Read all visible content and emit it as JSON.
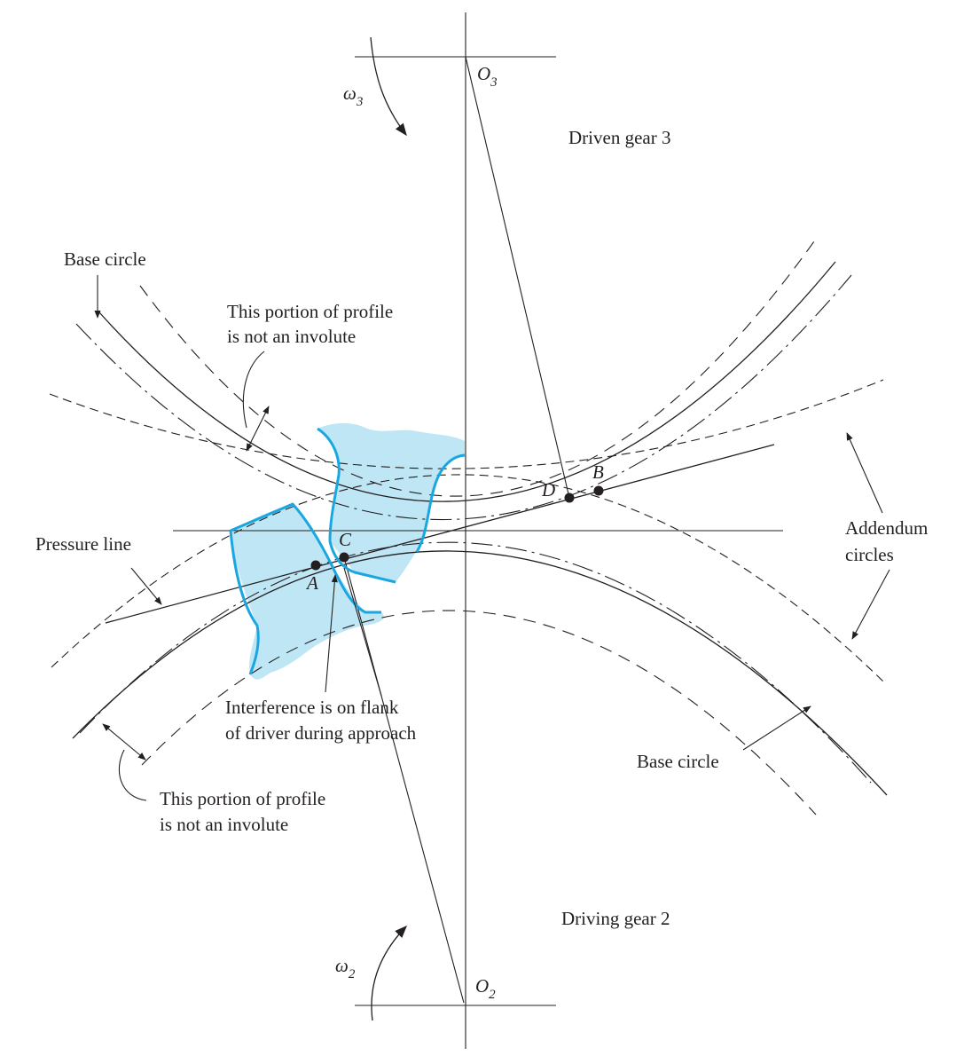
{
  "diagram": {
    "labels": {
      "o3": "O",
      "o3_sub": "3",
      "o2": "O",
      "o2_sub": "2",
      "omega3": "ω",
      "omega3_sub": "3",
      "omega2": "ω",
      "omega2_sub": "2",
      "driven_gear": "Driven gear 3",
      "driving_gear": "Driving gear 2",
      "base_circle_top": "Base circle",
      "base_circle_bottom": "Base circle",
      "not_involute_top_1": "This portion of profile",
      "not_involute_top_2": "is not an involute",
      "not_involute_bottom_1": "This portion of profile",
      "not_involute_bottom_2": "is not an involute",
      "pressure_line": "Pressure line",
      "addendum_1": "Addendum",
      "addendum_2": "circles",
      "interference_1": "Interference is on flank",
      "interference_2": "of driver during approach",
      "point_a": "A",
      "point_b": "B",
      "point_c": "C",
      "point_d": "D"
    },
    "colors": {
      "ink": "#231f20",
      "tooth_fill": "#bfe6f5",
      "tooth_outline": "#1aa7e1"
    }
  }
}
